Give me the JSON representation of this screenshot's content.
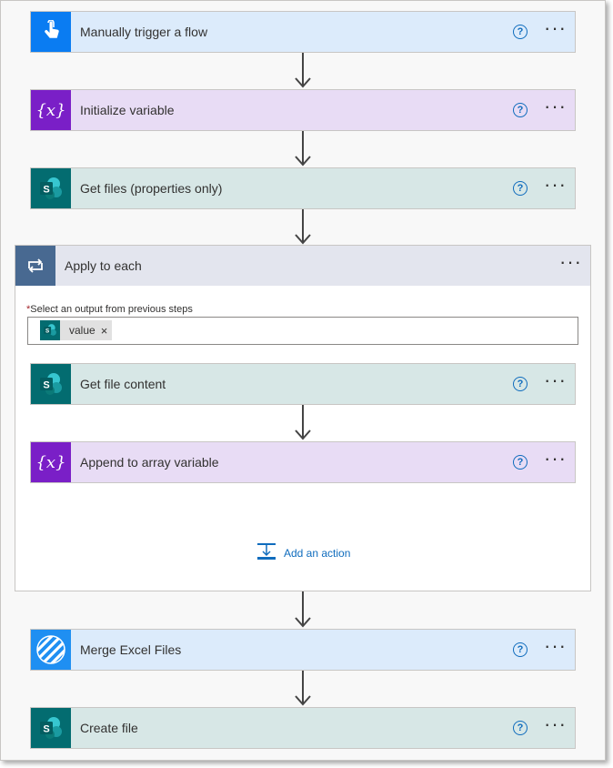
{
  "steps": {
    "trigger": {
      "title": "Manually trigger a flow",
      "icon": "touch-icon",
      "help": "?",
      "more": "···"
    },
    "init_var": {
      "title": "Initialize variable",
      "icon": "variable-icon",
      "help": "?",
      "more": "···"
    },
    "get_files": {
      "title": "Get files (properties only)",
      "icon": "sharepoint-icon",
      "help": "?",
      "more": "···"
    },
    "merge": {
      "title": "Merge Excel Files",
      "icon": "plumsail-icon",
      "help": "?",
      "more": "···"
    },
    "create_file": {
      "title": "Create file",
      "icon": "sharepoint-icon",
      "help": "?",
      "more": "···"
    }
  },
  "apply_each": {
    "title": "Apply to each",
    "icon": "loop-icon",
    "more": "···",
    "field_required_mark": "*",
    "field_label": "Select an output from previous steps",
    "token_label": "value",
    "token_remove": "×",
    "inner_steps": {
      "get_content": {
        "title": "Get file content",
        "icon": "sharepoint-icon",
        "help": "?",
        "more": "···"
      },
      "append": {
        "title": "Append to array variable",
        "icon": "variable-icon",
        "help": "?",
        "more": "···"
      }
    },
    "add_action_label": "Add an action"
  },
  "colors": {
    "trigger": "#0a7cf2",
    "variable": "#7a1fc7",
    "sharepoint": "#036c70",
    "loop": "#486991",
    "plumsail": "#1f8ff2",
    "link": "#0f6cbd"
  }
}
